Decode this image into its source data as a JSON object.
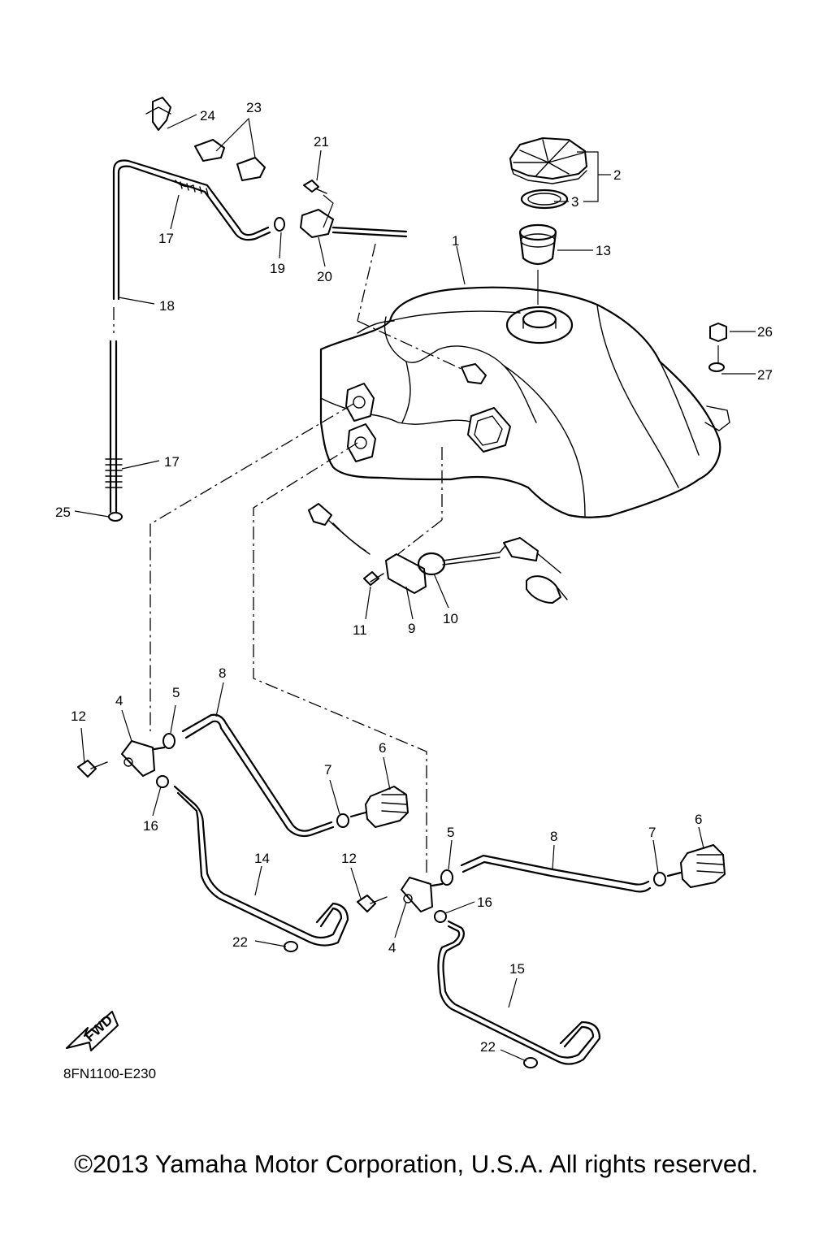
{
  "diagram_code": "8FN1100-E230",
  "fwd_label": "FWD",
  "copyright": "©2013 Yamaha Motor Corporation, U.S.A. All rights reserved.",
  "callouts": {
    "c1": "1",
    "c2": "2",
    "c3": "3",
    "c4a": "4",
    "c4b": "4",
    "c5a": "5",
    "c5b": "5",
    "c6a": "6",
    "c6b": "6",
    "c7a": "7",
    "c7b": "7",
    "c8a": "8",
    "c8b": "8",
    "c9": "9",
    "c10": "10",
    "c11": "11",
    "c12a": "12",
    "c12b": "12",
    "c13": "13",
    "c14": "14",
    "c15": "15",
    "c16a": "16",
    "c16b": "16",
    "c17a": "17",
    "c17b": "17",
    "c18": "18",
    "c19": "19",
    "c20": "20",
    "c21": "21",
    "c22a": "22",
    "c22b": "22",
    "c23": "23",
    "c24": "24",
    "c25": "25",
    "c26": "26",
    "c27": "27"
  }
}
